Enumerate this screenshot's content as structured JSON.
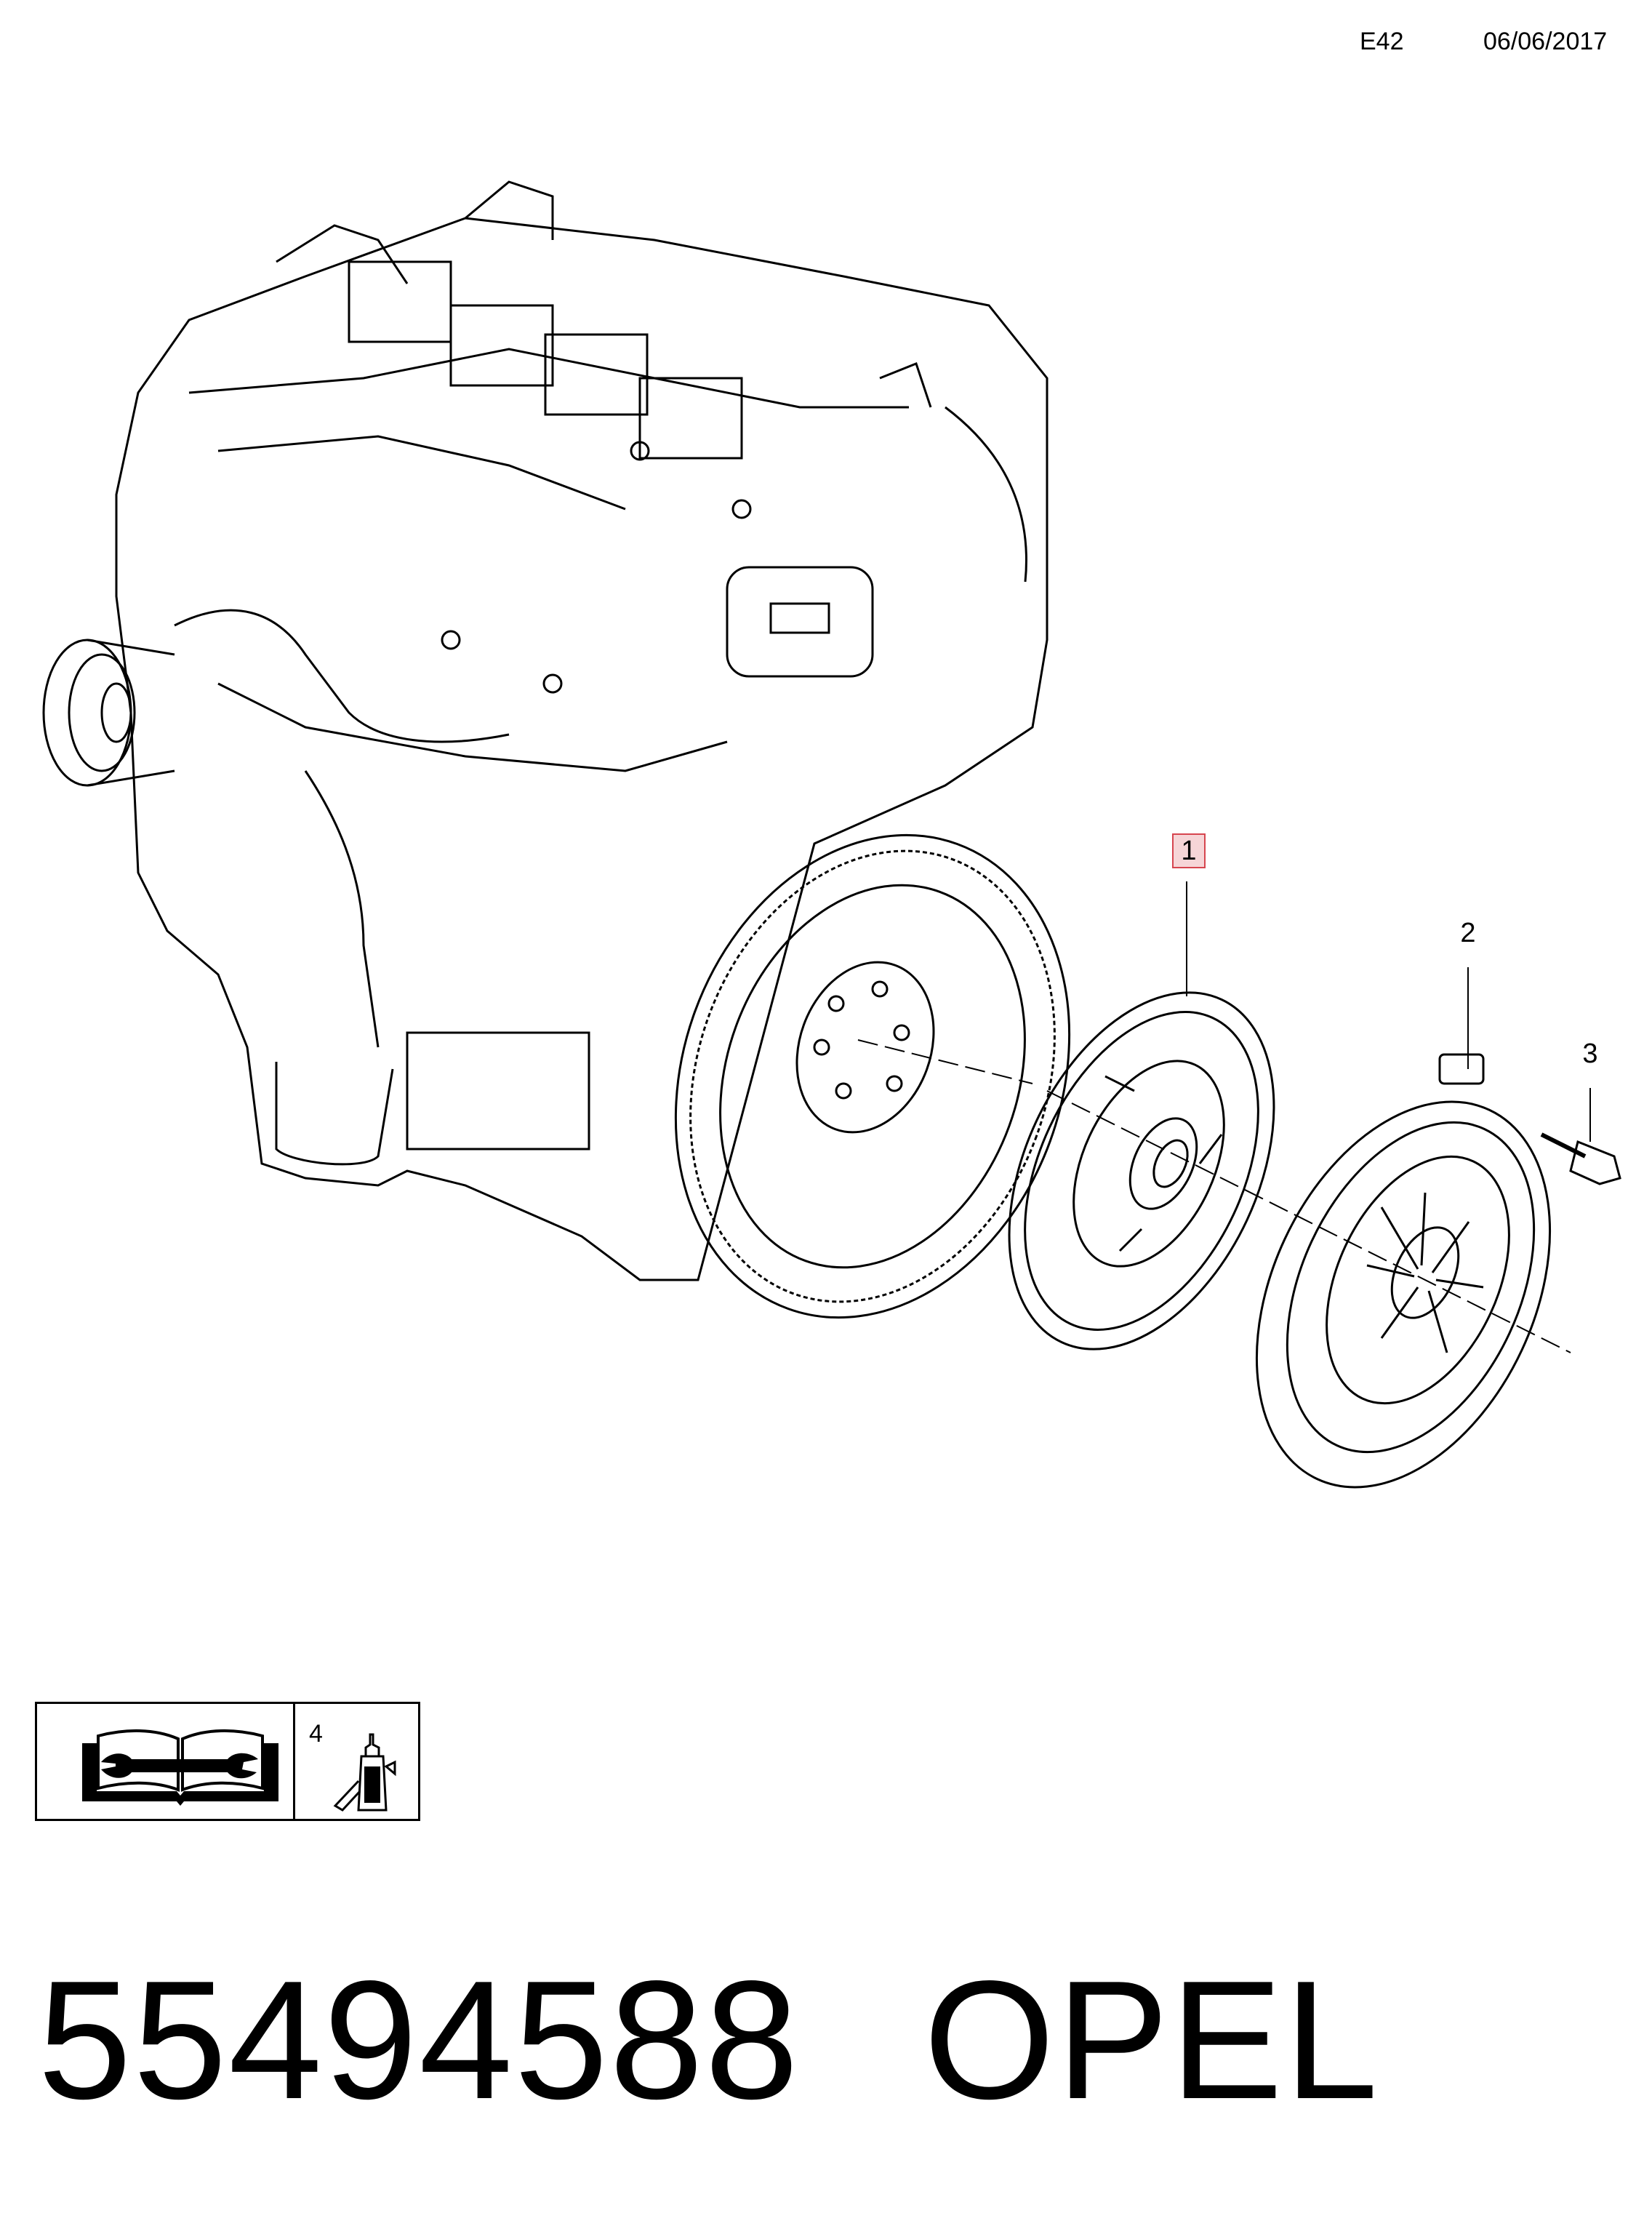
{
  "header": {
    "code": "E42",
    "date": "06/06/2017"
  },
  "callouts": {
    "c1": "1",
    "c2": "2",
    "c3": "3"
  },
  "legend": {
    "item_number": "4",
    "manual_icon": "repair-manual-icon",
    "bottle_icon": "lubricant-bottle-icon"
  },
  "footer": {
    "part_number": "55494588",
    "brand": "OPEL"
  },
  "colors": {
    "highlight_border": "#d6454f",
    "highlight_fill": "#f6d5d7",
    "line": "#000000"
  }
}
